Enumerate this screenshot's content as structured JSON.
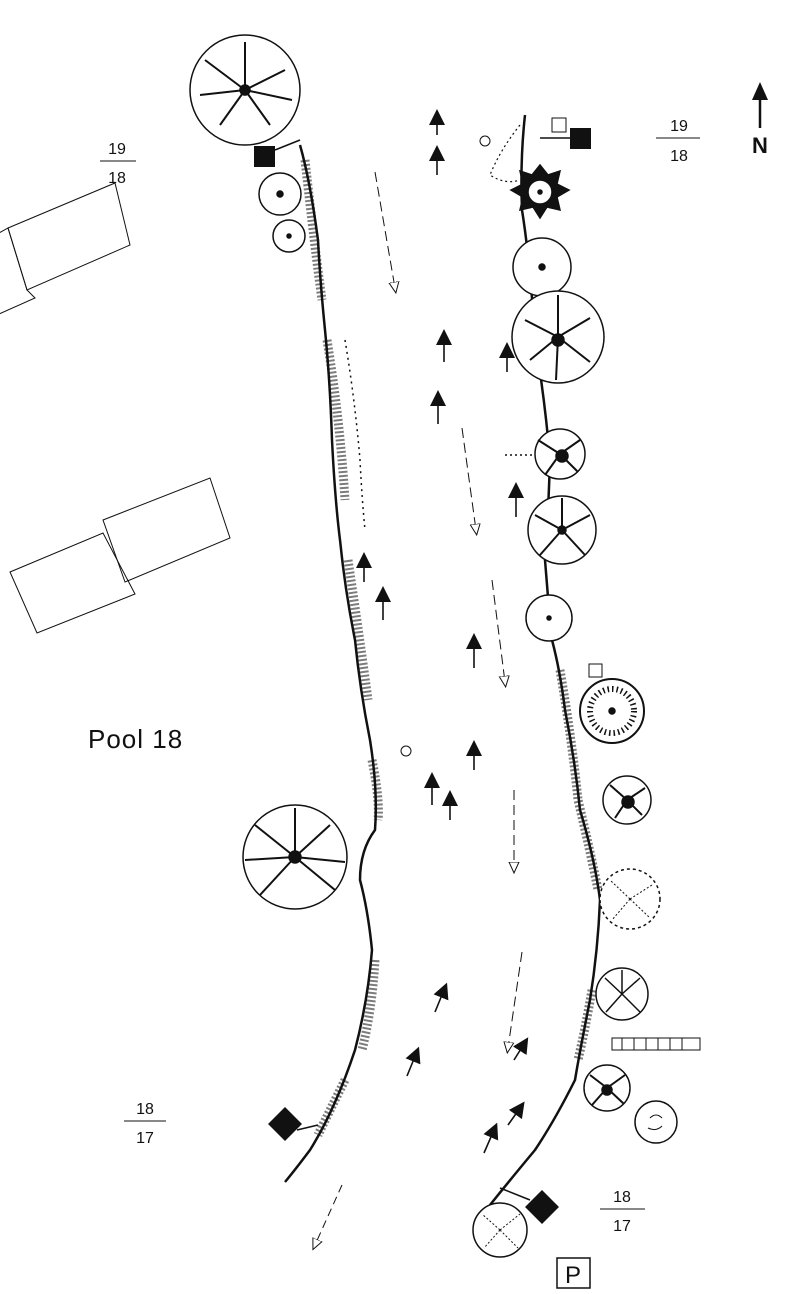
{
  "map": {
    "pool_label": "Pool 18",
    "north_label": "N",
    "parking_label": "P",
    "markers": [
      {
        "id": "nw",
        "top": "19",
        "bottom": "18"
      },
      {
        "id": "ne",
        "top": "19",
        "bottom": "18"
      },
      {
        "id": "sw",
        "top": "18",
        "bottom": "17"
      },
      {
        "id": "se",
        "top": "18",
        "bottom": "17"
      }
    ]
  },
  "colors": {
    "ink": "#111111",
    "paper": "#ffffff"
  },
  "icons": [
    "north-arrow-icon",
    "tree-icon",
    "shrub-icon",
    "building-outline",
    "channel-marker-icon",
    "current-arrow-icon",
    "parking-sign-icon"
  ]
}
